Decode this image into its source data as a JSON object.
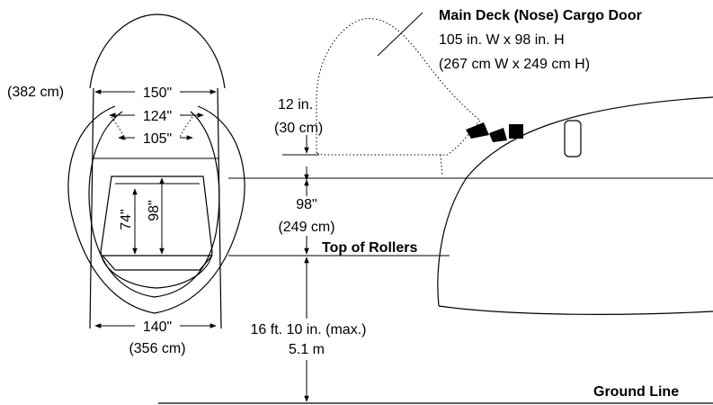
{
  "front_view": {
    "width_outer_cm": "(382 cm)",
    "width_outer_in": "150\"",
    "width_mid_in": "124\"",
    "width_inner_in": "105\"",
    "door_height_in": "98\"",
    "door_lower_in": "74\"",
    "floor_width_in": "140\"",
    "floor_width_cm": "(356 cm)"
  },
  "side_view": {
    "door_title": "Main Deck (Nose) Cargo Door",
    "door_size_in": "105 in. W x 98 in. H",
    "door_size_cm": "(267 cm W x 249 cm H)",
    "clearance_in": "12 in.",
    "clearance_cm": "(30 cm)",
    "opening_height_in": "98\"",
    "opening_height_cm": "(249 cm)",
    "rollers_label": "Top of Rollers",
    "sill_height_ft": "16 ft. 10 in. (max.)",
    "sill_height_m": "5.1 m",
    "ground_label": "Ground Line"
  }
}
